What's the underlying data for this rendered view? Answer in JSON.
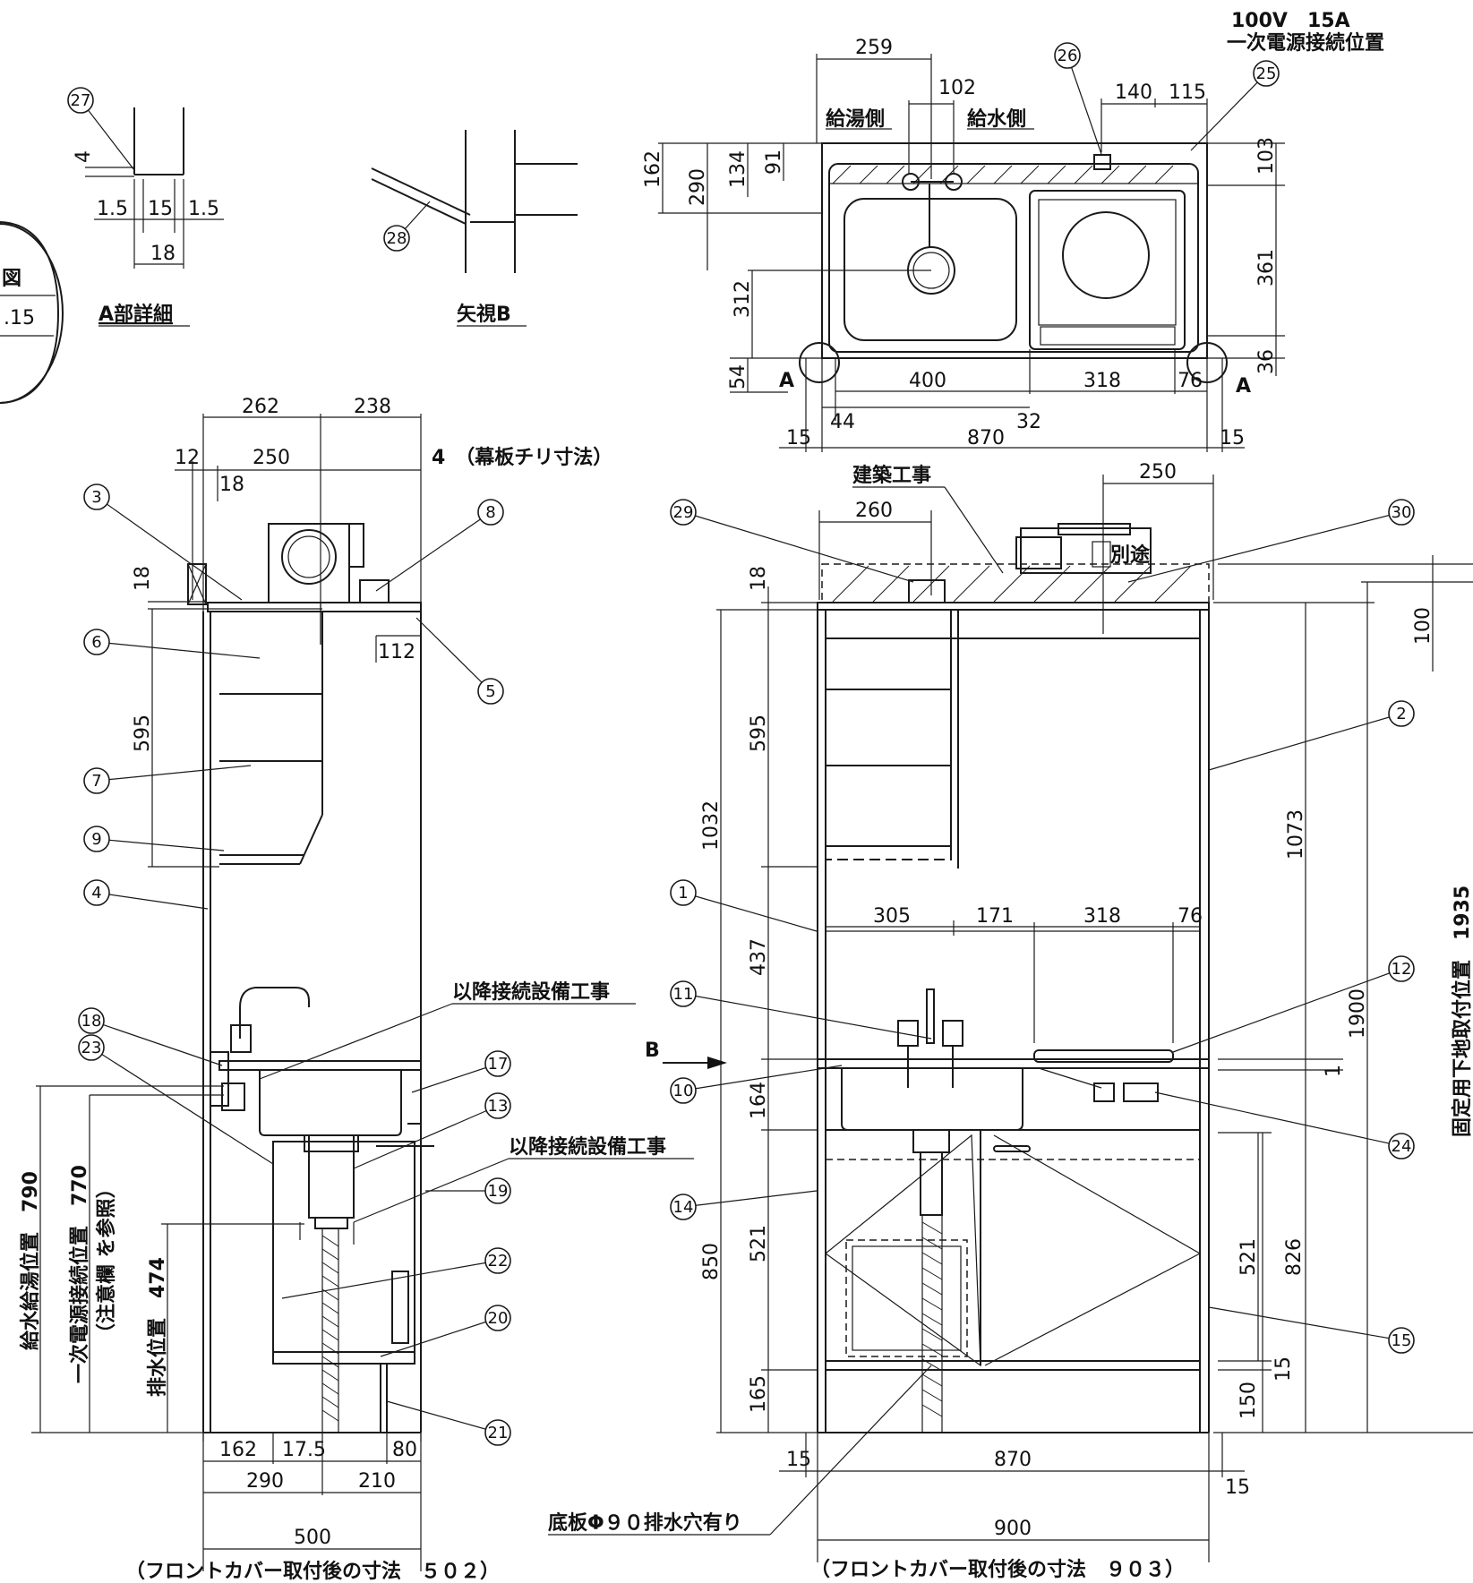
{
  "power": {
    "rating": "100V　15A",
    "label": "一次電源接続位置"
  },
  "detail_a": {
    "title": "A部詳細",
    "dims": [
      "4",
      "1.5",
      "15",
      "1.5",
      "18"
    ]
  },
  "view_b": {
    "title": "矢視B"
  },
  "left_badge": {
    "line1": "図",
    "line2": ".15"
  },
  "top_view": {
    "hot_side": "給湯側",
    "cold_side": "給水側",
    "dims": {
      "d259": "259",
      "d102": "102",
      "d140": "140",
      "d115": "115",
      "d162": "162",
      "d290": "290",
      "d134": "134",
      "d91": "91",
      "d312": "312",
      "d54": "54",
      "d103": "103",
      "d361": "361",
      "d36": "36",
      "d400": "400",
      "d318": "318",
      "d76": "76",
      "d44": "44",
      "d32": "32",
      "d15a": "15",
      "d870": "870",
      "d15b": "15"
    },
    "mark_a": "A"
  },
  "side_view": {
    "dims": {
      "d262": "262",
      "d238": "238",
      "d12": "12",
      "d250": "250",
      "d18a": "18",
      "d18b": "18",
      "d595": "595",
      "d112": "112",
      "d162": "162",
      "d175": "17.5",
      "d80": "80",
      "d290": "290",
      "d210": "210",
      "d500": "500"
    },
    "trim_note": "4　（幕板チリ寸法）",
    "connection_work_1": "以降接続設備工事",
    "connection_work_2": "以降接続設備工事",
    "vlabel_water": "給水給湯位置　790",
    "vlabel_power": "一次電源接続位置　770",
    "vlabel_power_note": "（注意欄 を参照）",
    "vlabel_drain": "排水位置　474",
    "caption": "（フロントカバー取付後の寸法　５０２）"
  },
  "front_view": {
    "construction": "建築工事",
    "separate": "別途",
    "dims": {
      "d250": "250",
      "d260": "260",
      "d18": "18",
      "d595": "595",
      "d1032": "1032",
      "d437": "437",
      "d164": "164",
      "d850": "850",
      "d521a": "521",
      "d165": "165",
      "d305": "305",
      "d171": "171",
      "d318": "318",
      "d76": "76",
      "d100": "100",
      "d1073": "1073",
      "d1900": "1900",
      "d1": "1",
      "d521b": "521",
      "d826": "826",
      "d15": "15",
      "d150": "150",
      "d15a": "15",
      "d870": "870",
      "d15b": "15",
      "d900": "900"
    },
    "mark_b": "B",
    "drain_hole": "底板Φ９０排水穴有り",
    "right_vertical": "固定用下地取付位置　1935",
    "caption": "（フロントカバー取付後の寸法　９０３）"
  },
  "markers": [
    "1",
    "2",
    "3",
    "4",
    "5",
    "6",
    "7",
    "8",
    "9",
    "10",
    "11",
    "12",
    "13",
    "14",
    "15",
    "17",
    "18",
    "19",
    "20",
    "21",
    "22",
    "23",
    "24",
    "25",
    "26",
    "27",
    "28",
    "29",
    "30"
  ]
}
